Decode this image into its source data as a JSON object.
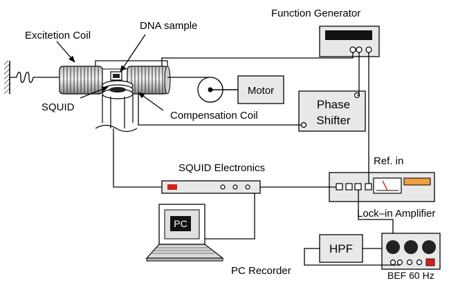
{
  "labels": {
    "excitation_coil": "Excitetion Coil",
    "dna_sample": "DNA sample",
    "function_generator": "Function Generator",
    "squid": "SQUID",
    "compensation_coil": "Compensation Coil",
    "motor": "Motor",
    "phase_shifter_line1": "Phase",
    "phase_shifter_line2": "Shifter",
    "squid_electronics": "SQUID Electronics",
    "ref_in": "Ref. in",
    "lockin_amplifier": "Lock–in Amplifier",
    "pc": "PC",
    "hpf": "HPF",
    "pc_recorder": "PC Recorder",
    "bef": "BEF 60 Hz"
  },
  "colors": {
    "background": "#ffffff",
    "stroke": "#000000",
    "box_fill": "#e8e8e8",
    "led_red": "#d42020",
    "lockin_orange": "#f0a040",
    "screen_black": "#111111"
  }
}
